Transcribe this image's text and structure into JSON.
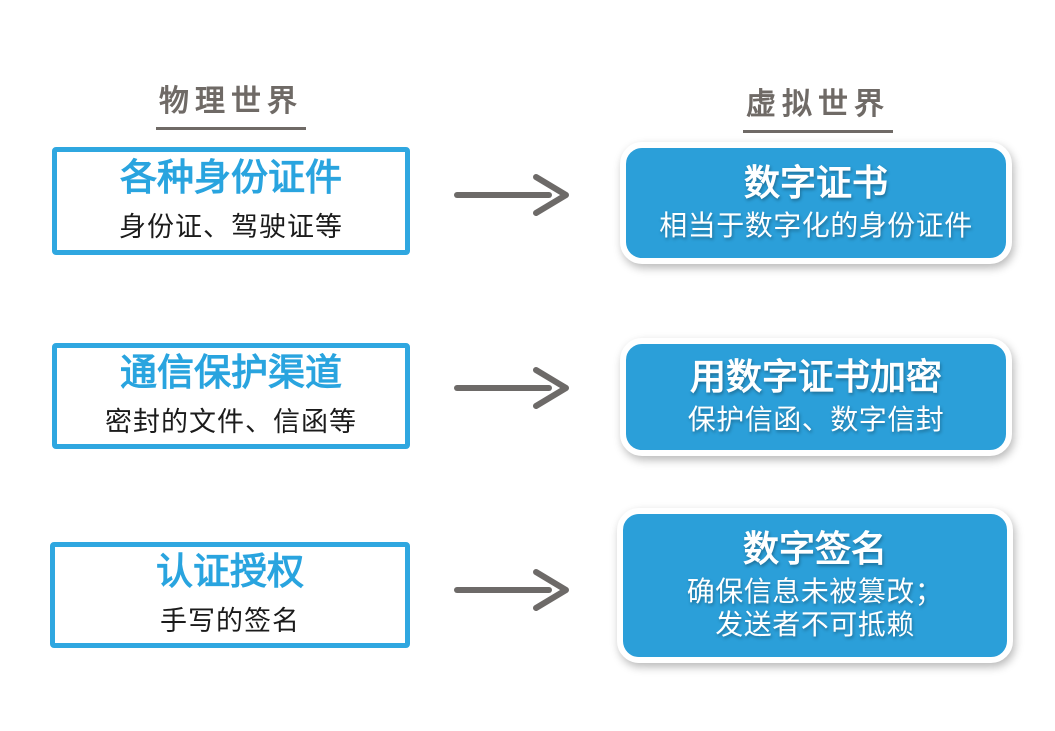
{
  "colors": {
    "accent_blue": "#2B9FD9",
    "border_blue": "#2FA7E0",
    "title_blue": "#29A4DF",
    "arrow_gray": "#6D6A68",
    "header_gray": "#6F6A66",
    "text_dark": "#1B1B1B",
    "white": "#FFFFFF"
  },
  "headers": {
    "physical": "物理世界",
    "virtual": "虚拟世界"
  },
  "rows": [
    {
      "physical": {
        "title": "各种身份证件",
        "subtitle": "身份证、驾驶证等"
      },
      "virtual": {
        "title": "数字证书",
        "subtitle": "相当于数字化的身份证件"
      }
    },
    {
      "physical": {
        "title": "通信保护渠道",
        "subtitle": "密封的文件、信函等"
      },
      "virtual": {
        "title": "用数字证书加密",
        "subtitle": "保护信函、数字信封"
      }
    },
    {
      "physical": {
        "title": "认证授权",
        "subtitle": "手写的签名"
      },
      "virtual": {
        "title": "数字签名",
        "subtitle": "确保信息未被篡改；\n发送者不可抵赖"
      }
    }
  ]
}
